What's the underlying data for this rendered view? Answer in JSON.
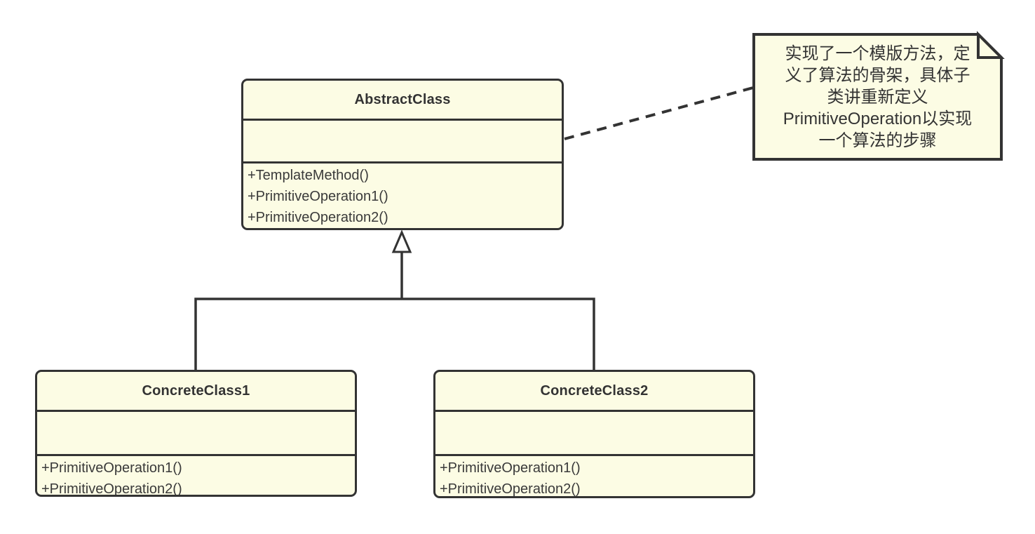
{
  "diagram": {
    "kind": "uml-class-diagram",
    "colors": {
      "shape_fill": "#FCFCE4",
      "shape_border": "#333333",
      "text": "#333333",
      "background": "#FFFFFF"
    }
  },
  "classes": [
    {
      "name": "AbstractClass",
      "attributes": "",
      "methods": [
        "+TemplateMethod()",
        "+PrimitiveOperation1()",
        "+PrimitiveOperation2()"
      ]
    },
    {
      "name": "ConcreteClass1",
      "attributes": "",
      "methods": [
        "+PrimitiveOperation1()",
        "+PrimitiveOperation2()"
      ]
    },
    {
      "name": "ConcreteClass2",
      "attributes": "",
      "methods": [
        "+PrimitiveOperation1()",
        "+PrimitiveOperation2()"
      ]
    }
  ],
  "note": {
    "text": "实现了一个模版方法，定\n义了算法的骨架，具体子\n类讲重新定义\nPrimitiveOperation以实现\n一个算法的步骤"
  },
  "relationships": [
    {
      "type": "generalization",
      "from": "ConcreteClass1",
      "to": "AbstractClass"
    },
    {
      "type": "generalization",
      "from": "ConcreteClass2",
      "to": "AbstractClass"
    },
    {
      "type": "note-anchor",
      "from": "AbstractClass",
      "to": "note",
      "style": "dashed"
    }
  ]
}
